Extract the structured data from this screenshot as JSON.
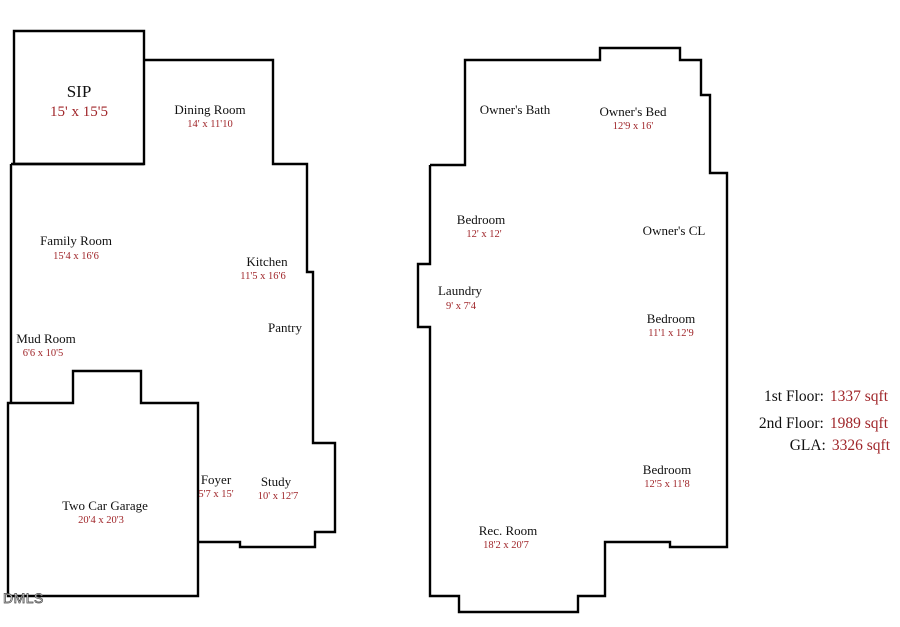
{
  "floor1": {
    "rooms": [
      {
        "name": "SIP",
        "dims": "15' x 15'5"
      },
      {
        "name": "Dining Room",
        "dims": "14' x 11'10"
      },
      {
        "name": "Family Room",
        "dims": "15'4 x 16'6"
      },
      {
        "name": "Kitchen",
        "dims": "11'5 x 16'6"
      },
      {
        "name": "Pantry",
        "dims": ""
      },
      {
        "name": "Mud Room",
        "dims": "6'6 x 10'5"
      },
      {
        "name": "Two Car Garage",
        "dims": "20'4 x 20'3"
      },
      {
        "name": "Foyer",
        "dims": "5'7 x 15'"
      },
      {
        "name": "Study",
        "dims": "10' x 12'7"
      }
    ]
  },
  "floor2": {
    "rooms": [
      {
        "name": "Owner's Bath",
        "dims": ""
      },
      {
        "name": "Owner's Bed",
        "dims": "12'9 x 16'"
      },
      {
        "name": "Bedroom",
        "dims": "12' x 12'"
      },
      {
        "name": "Owner's CL",
        "dims": ""
      },
      {
        "name": "Laundry",
        "dims": "9' x 7'4"
      },
      {
        "name": "Bedroom",
        "dims": "11'1 x 12'9"
      },
      {
        "name": "Bedroom",
        "dims": "12'5 x 11'8"
      },
      {
        "name": "Rec. Room",
        "dims": "18'2 x 20'7"
      }
    ]
  },
  "summary": [
    {
      "label": "1st Floor:",
      "value": "1337 sqft"
    },
    {
      "label": "2nd Floor:",
      "value": "1989 sqft"
    },
    {
      "label": "GLA:",
      "value": "3326 sqft"
    }
  ],
  "watermark": "DMLS",
  "colors": {
    "walls": "#000000",
    "dimension_text": "#a0262a",
    "label_text": "#111111"
  }
}
